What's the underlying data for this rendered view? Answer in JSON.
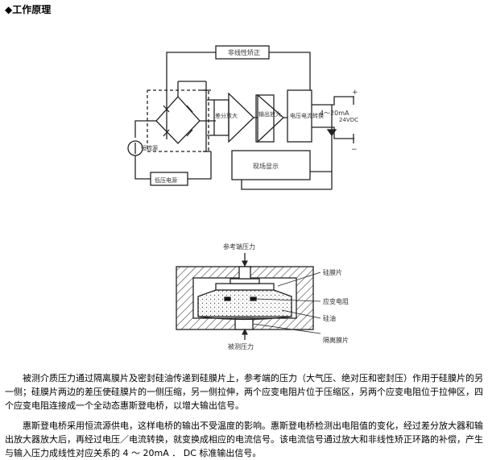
{
  "section": {
    "marker": "◆",
    "title": "工作原理"
  },
  "circuit": {
    "nonlinear_label": "非线性矫正",
    "diff_amp_label": "差分放大",
    "output_amp_label": "输出放大",
    "vi_convert_label": "电压电流转换",
    "current_label": "4～20mA",
    "supply_label": "24VDC",
    "display_label": "现场显示",
    "current_source_label": "恒流源",
    "constant_voltage_label": "低压电源"
  },
  "sensor": {
    "ref_pressure_label": "参考端压力",
    "measured_pressure_label": "被测压力",
    "silicon_chip_label": "硅膜片",
    "silicone_oil_label": "硅油",
    "strain_resistor_label": "应变电阻",
    "isolation_label": "隔离膜片"
  },
  "body": {
    "para1": "被测介质压力通过隔离膜片及密封硅油传递到硅膜片上，参考端的压力（大气压、绝对压和密封压）作用于硅膜片的另一侧；硅膜片两边的差压使硅膜片的一侧压缩，另一侧拉伸，两个应变电阻片位于压缩区，另两个应变电阻位于拉伸区，四个应变电阻连接成一个全动态惠斯登电桥，以增大输出信号。",
    "para2": "惠斯登电桥采用恒流源供电，这样电桥的输出不受温度的影响。惠斯登电桥检测出电阻值的变化，经过差分放大器和输出放大器放大后，再经过电压／电流转换，就变换成相应的电流信号。该电流信号通过放大和非线性矫正环路的补偿，产生与输入压力成线性对应关系的 4 ～ 20mA ． DC 标准输出信号。"
  },
  "colors": {
    "ink": "#222222",
    "hatch": "#444444"
  }
}
